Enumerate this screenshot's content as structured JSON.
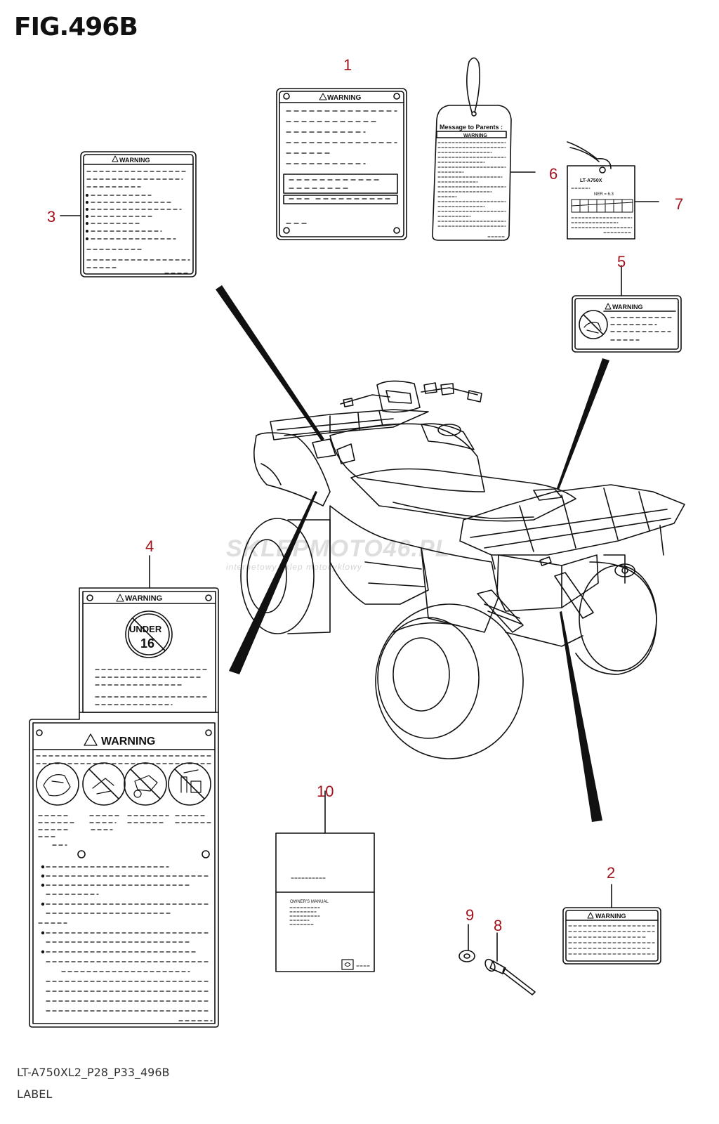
{
  "figure": {
    "title": "FIG.496B",
    "model_code": "LT-A750XL2_P28_P33_496B",
    "caption": "LABEL"
  },
  "callouts": [
    "1",
    "2",
    "3",
    "4",
    "5",
    "6",
    "7",
    "8",
    "9",
    "10"
  ],
  "label_texts": {
    "warning": "WARNING",
    "message_to_parents": "Message to Parents :",
    "tag_model": "LT-A750X",
    "tag_ner": "NER = 6.3",
    "under": "UNDER",
    "age": "16",
    "owners_manual": "OWNER'S MANUAL"
  },
  "watermark": {
    "main": "SKLEPMOTO46.PL",
    "sub": "internetowy sklep motocyklowy"
  },
  "colors": {
    "callout": "#a1121b",
    "line": "#111111"
  }
}
